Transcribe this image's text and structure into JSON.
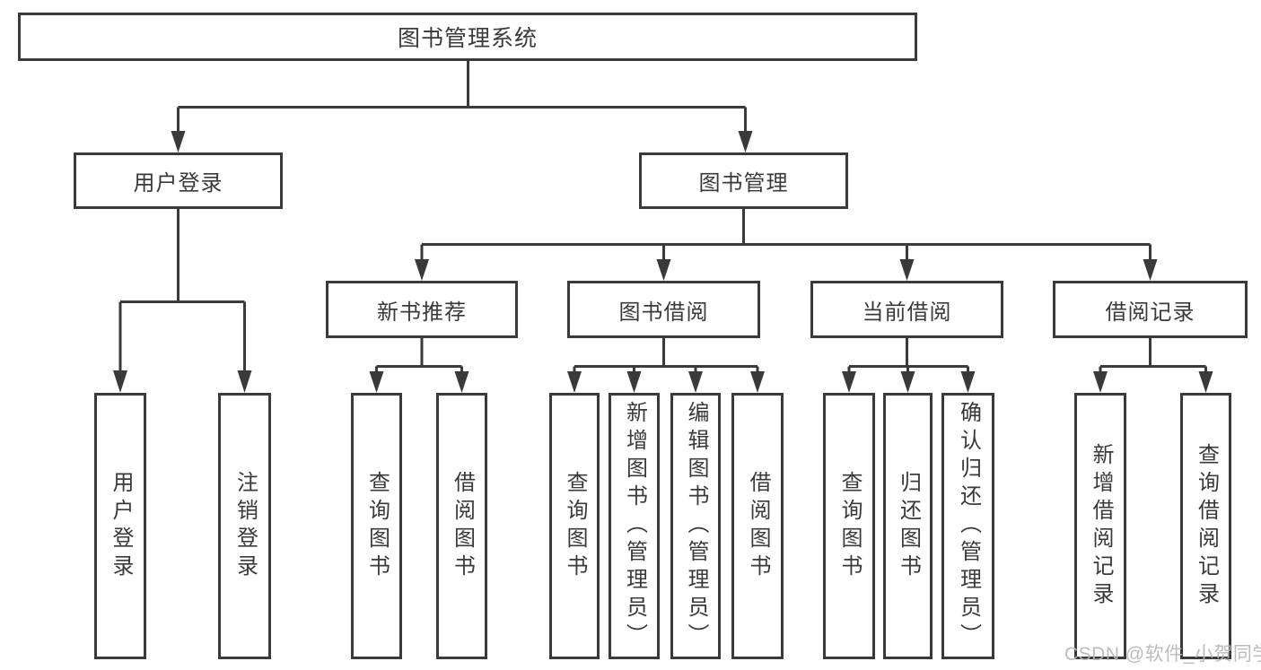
{
  "diagram": {
    "title": "图书管理系统",
    "level2": {
      "user_login": "用户登录",
      "book_management": "图书管理"
    },
    "level3": {
      "new_book_recommend": "新书推荐",
      "book_borrow": "图书借阅",
      "current_borrow": "当前借阅",
      "borrow_records": "借阅记录"
    },
    "leaves": {
      "login_user_login": "用户登录",
      "login_logout": "注销登录",
      "nb_query_books": "查询图书",
      "nb_borrow_books": "借阅图书",
      "bb_query_books": "查询图书",
      "bb_add_books": "新增图书（管理员）",
      "bb_edit_books": "编辑图书（管理员）",
      "bb_borrow_books": "借阅图书",
      "cb_query_books": "查询图书",
      "cb_return_books": "归还图书",
      "cb_confirm_return": "确认归还（管理员）",
      "br_add_record": "新增借阅记录",
      "br_query_record": "查询借阅记录"
    },
    "watermark": "CSDN @软件_小贺同学"
  },
  "colors": {
    "line": "#3a3a3a",
    "text": "#3a3a3a",
    "background": "#ffffff",
    "watermark": "#b6b6b6"
  }
}
